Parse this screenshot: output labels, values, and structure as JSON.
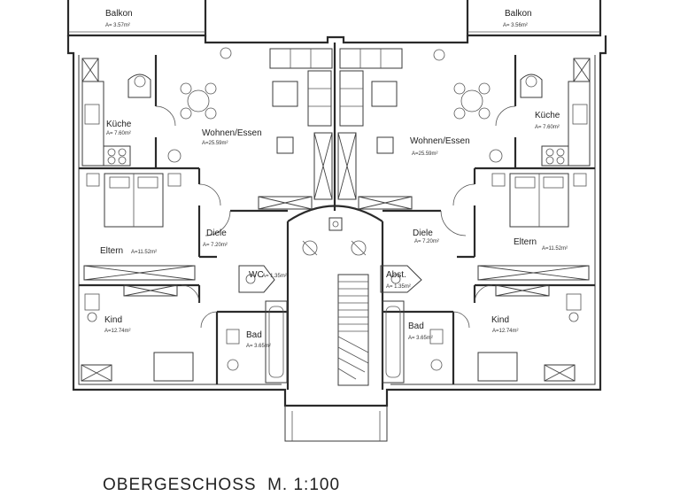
{
  "title": "OBERGESCHOSS  M. 1:100",
  "rooms": {
    "balkon_l": {
      "name": "Balkon",
      "area": "A= 3.57m²"
    },
    "balkon_r": {
      "name": "Balkon",
      "area": "A= 3.56m²"
    },
    "kueche_l": {
      "name": "Küche",
      "area": "A= 7.60m²"
    },
    "kueche_r": {
      "name": "Küche",
      "area": "A= 7.60m²"
    },
    "wohnen_l": {
      "name": "Wohnen/Essen",
      "area": "A=25.59m²"
    },
    "wohnen_r": {
      "name": "Wohnen/Essen",
      "area": "A=25.59m²"
    },
    "diele_l": {
      "name": "Diele",
      "area": "A= 7.20m²"
    },
    "diele_r": {
      "name": "Diele",
      "area": "A= 7.20m²"
    },
    "eltern_l": {
      "name": "Eltern",
      "area": "A=11.52m²"
    },
    "eltern_r": {
      "name": "Eltern",
      "area": "A=11.52m²"
    },
    "wc": {
      "name": "WC",
      "area": "A= 1.35m²"
    },
    "abst": {
      "name": "Abst.",
      "area": "A= 1.35m²"
    },
    "kind_l": {
      "name": "Kind",
      "area": "A=12.74m²"
    },
    "kind_r": {
      "name": "Kind",
      "area": "A=12.74m²"
    },
    "bad_l": {
      "name": "Bad",
      "area": "A= 3.65m²"
    },
    "bad_r": {
      "name": "Bad",
      "area": "A= 3.65m²"
    }
  }
}
